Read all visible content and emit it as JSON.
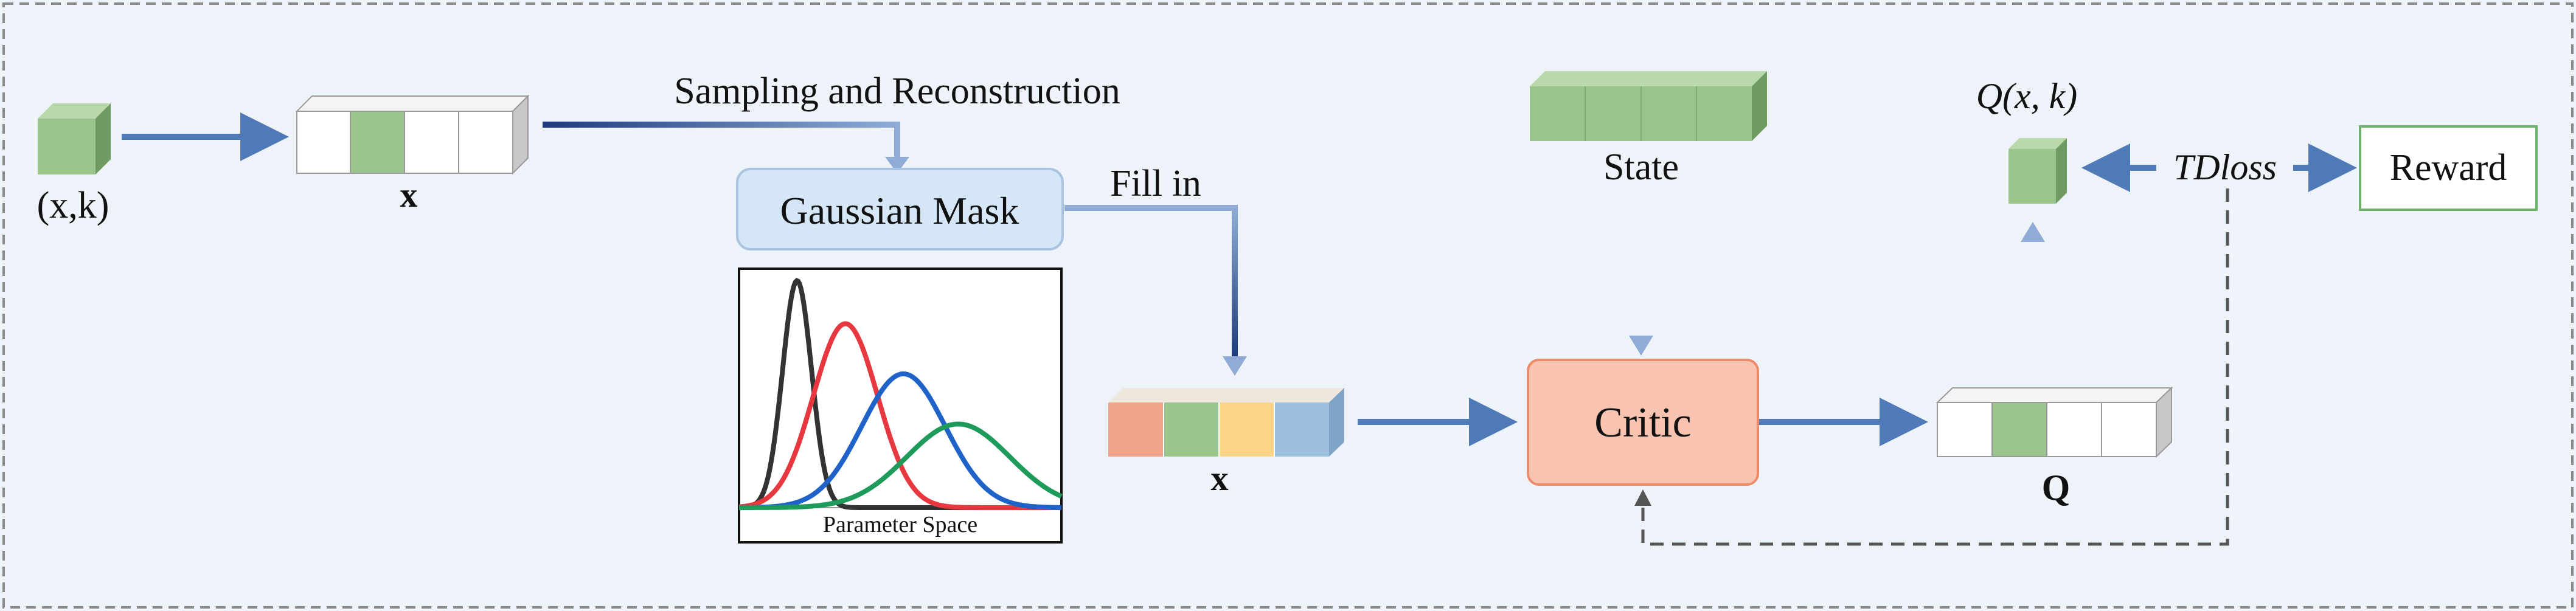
{
  "diagram": {
    "input_label": "(x,k)",
    "vector_top_label": "x",
    "sampling_label": "Sampling and Reconstruction",
    "gaussian_mask_label": "Gaussian Mask",
    "fill_in_label": "Fill in",
    "inset_xlabel": "Parameter Space",
    "vector_filled_label": "x",
    "state_label": "State",
    "critic_label": "Critic",
    "q_vector_label": "Q",
    "q_value_label": "Q(x, k)",
    "td_loss_label": "TDloss",
    "reward_label": "Reward"
  },
  "colors": {
    "background": "#eef2f9",
    "border_dash": "#8a8a8a",
    "cube_green": "#9bc58c",
    "cube_green_top": "#b9d9ad",
    "cube_green_side": "#6f9a62",
    "cube_white": "#ffffff",
    "cube_side_gray": "#c8c8c8",
    "cube_orange": "#f2a48a",
    "cube_yellow": "#f9d489",
    "cube_blue": "#9dbfe0",
    "arrow_blue": "#4f79b7",
    "arrow_light": "#8fabd6",
    "arrow_dark": "#1d3b7a",
    "gaussian_mask_fill": "#d5e6f7",
    "gaussian_mask_stroke": "#a9c4e2",
    "critic_fill": "#f9c3b1",
    "critic_stroke": "#ec8b6a",
    "reward_stroke": "#6fb36a",
    "curve_black": "#333333",
    "curve_red": "#e8383f",
    "curve_blue": "#1f63c8",
    "curve_green": "#1e9a5a",
    "dash_line": "#555555"
  },
  "inset_curves": [
    {
      "color": "curve_black",
      "mean": 0.18,
      "sd": 0.045,
      "peak": 0.95
    },
    {
      "color": "curve_red",
      "mean": 0.33,
      "sd": 0.1,
      "peak": 0.77
    },
    {
      "color": "curve_blue",
      "mean": 0.51,
      "sd": 0.13,
      "peak": 0.56
    },
    {
      "color": "curve_green",
      "mean": 0.68,
      "sd": 0.16,
      "peak": 0.35
    }
  ]
}
